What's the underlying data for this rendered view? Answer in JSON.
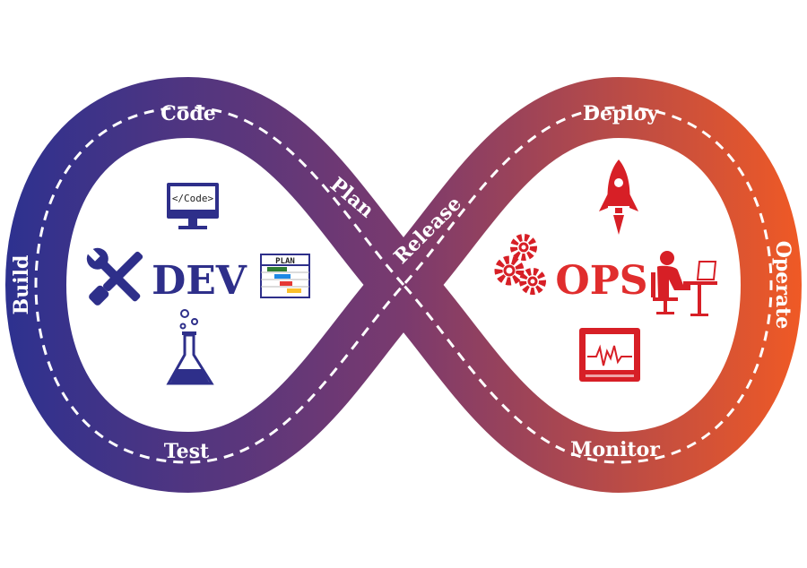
{
  "colors": {
    "dev": "#2e2f8a",
    "ops": "#e02d2d",
    "gradient_start": "#2c3190",
    "gradient_mid": "#7a3a6e",
    "gradient_end": "#f15a24"
  },
  "dev": {
    "title": "DEV"
  },
  "ops": {
    "title": "OPS"
  },
  "stages": {
    "code": "Code",
    "build": "Build",
    "test": "Test",
    "plan": "Plan",
    "release": "Release",
    "deploy": "Deploy",
    "operate": "Operate",
    "monitor": "Monitor"
  },
  "icons": {
    "code_monitor_text": "</Code>",
    "plan_board_text": "PLAN",
    "list": [
      "code-monitor-icon",
      "tools-icon",
      "plan-board-icon",
      "flask-icon",
      "rocket-icon",
      "gears-icon",
      "worker-desk-icon",
      "dashboard-monitor-icon"
    ]
  }
}
